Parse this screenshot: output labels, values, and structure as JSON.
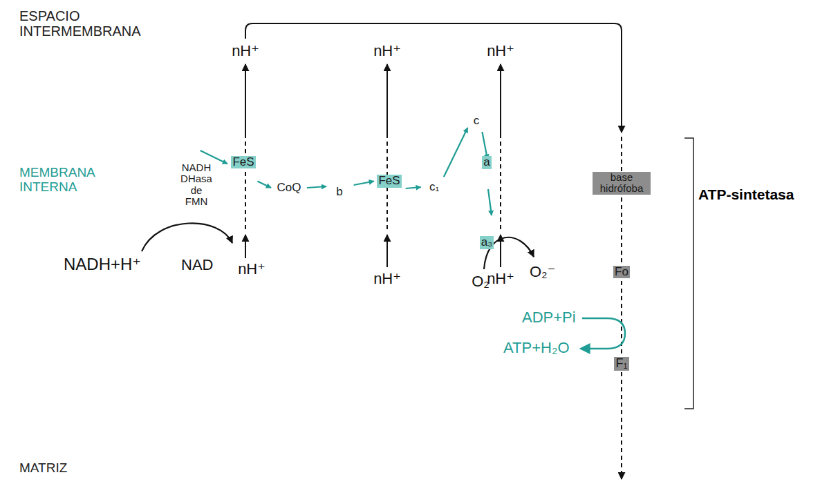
{
  "diagram": {
    "nodes": [
      {
        "text": [
          "NADH DHasa de FMN"
        ]
      },
      {
        "text": [
          "FeS"
        ]
      },
      {
        "text": [
          "CoQ"
        ]
      },
      {
        "text": [
          "b"
        ]
      },
      {
        "text": [
          "FeS"
        ]
      },
      {
        "text": [
          "c₁"
        ]
      },
      {
        "text": [
          "c"
        ]
      },
      {
        "text": [
          "a",
          "a₃"
        ]
      },
      {
        "text": [
          "base hidrófoba"
        ]
      },
      {
        "text": [
          "Fo"
        ]
      },
      {
        "text": [
          "F₁"
        ]
      }
    ],
    "edges": [
      {
        "from": 0,
        "to": 1,
        "arrow": "to"
      },
      {
        "from": 1,
        "to": 2,
        "arrow": "to"
      },
      {
        "from": 2,
        "to": 3,
        "arrow": "to"
      },
      {
        "from": 3,
        "to": 4,
        "arrow": "to"
      },
      {
        "from": 4,
        "to": 5,
        "arrow": "to"
      },
      {
        "from": 5,
        "to": 6,
        "arrow": "to"
      },
      {
        "from": 6,
        "to": 7,
        "arrow": "to"
      }
    ],
    "labels": [
      "ESPACIO INTERMEMBRANA",
      "nH⁺",
      "nH⁺",
      "nH⁺",
      "MEMBRANA INTERNA",
      "ATP-sintetasa",
      "NADH+H⁺",
      "NAD",
      "nH⁺",
      "O₂",
      "O₂⁻",
      "nH⁺",
      "nH⁺",
      "ADP+Pi",
      "ATP+H₂O",
      "MATRIZ"
    ]
  }
}
